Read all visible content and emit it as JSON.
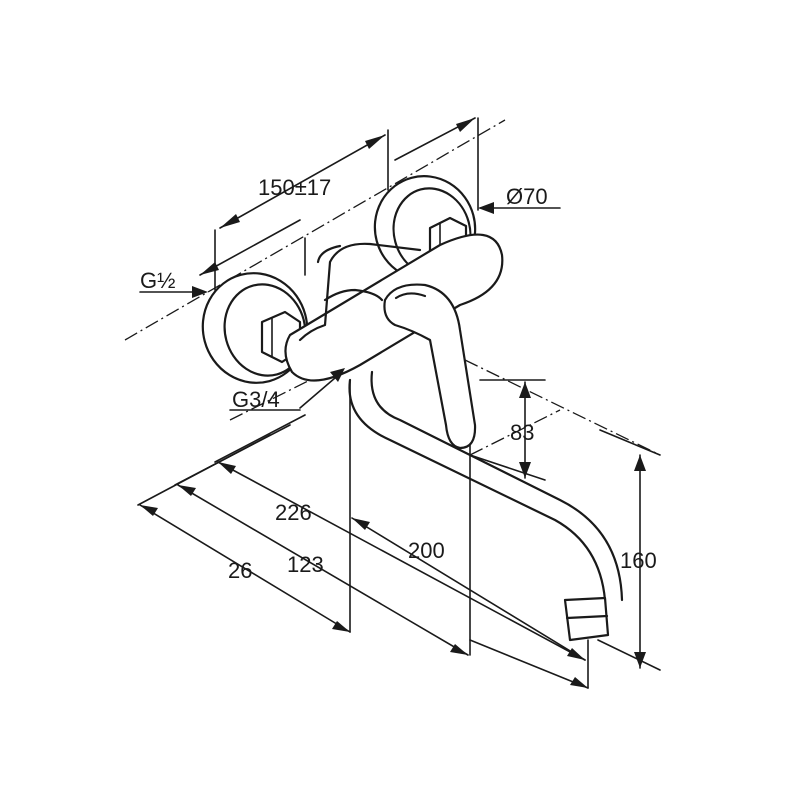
{
  "dimensions": {
    "center_distance": "150±17",
    "diameter": "Ø70",
    "inlet_thread": "G½",
    "outlet_thread": "G3/4",
    "lever_height": "83",
    "spout_total": "226",
    "spout_body": "200",
    "mid_depth": "123",
    "wall_depth": "26",
    "spout_height": "160"
  }
}
